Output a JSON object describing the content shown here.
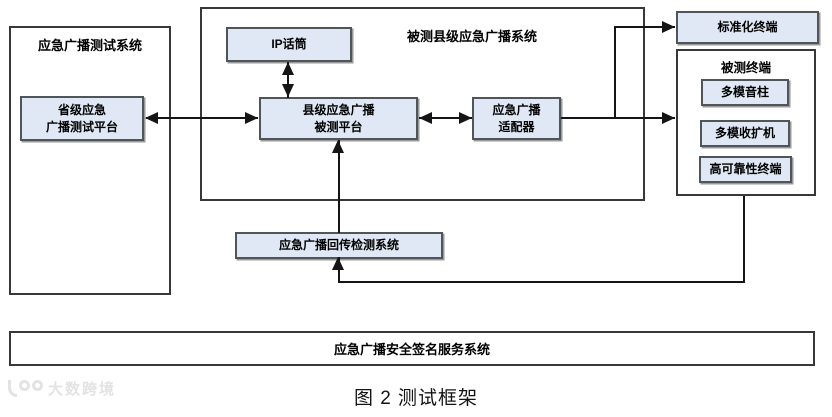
{
  "colors": {
    "box_fill": "#dfe8f4",
    "box_border": "#4f5559",
    "container_border": "#383838",
    "line": "#151515",
    "watermark": "#e3e3e3"
  },
  "left_panel": {
    "title": "应急广播测试系统",
    "provincial_platform": "省级应急\n广播测试平台"
  },
  "middle_panel": {
    "title": "被测县级应急广播系统",
    "ip_mic": "IP话筒",
    "county_platform": "县级应急广播\n被测平台",
    "adapter": "应急广播\n适配器"
  },
  "right_panel": {
    "standard_terminal": "标准化终端",
    "terminal_group_title": "被测终端",
    "terminals": [
      "多模音柱",
      "多模收扩机",
      "高可靠性终端"
    ]
  },
  "return_detection": "应急广播回传检测系统",
  "signing_service": "应急广播安全签名服务系统",
  "caption": "图 2 测试框架",
  "watermark": "大数跨境"
}
